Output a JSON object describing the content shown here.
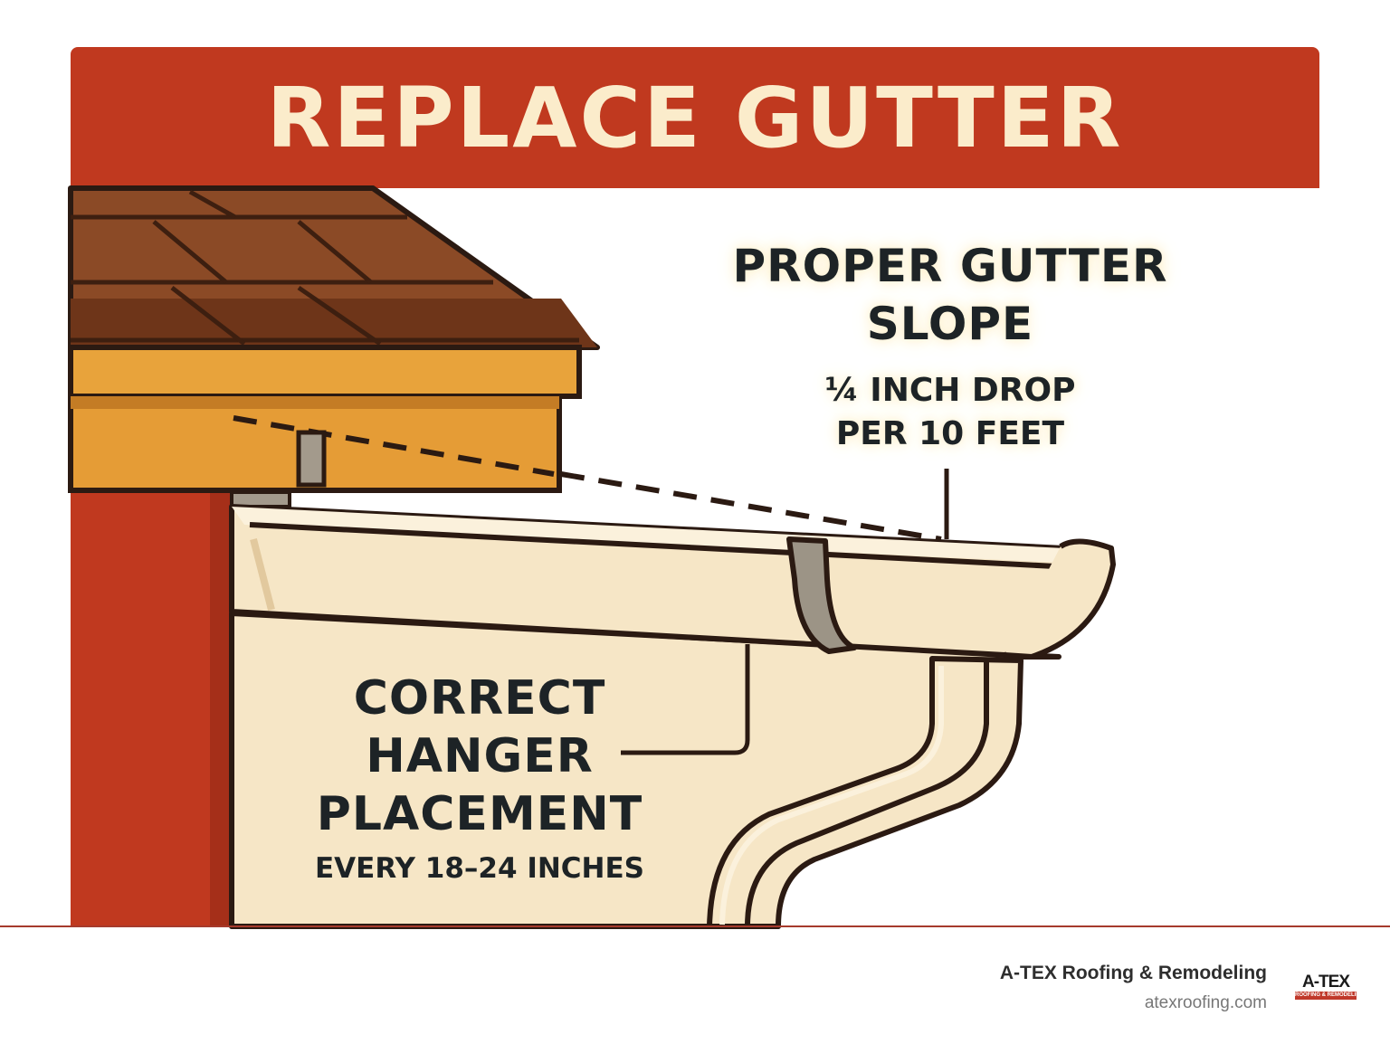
{
  "title": "REPLACE GUTTER",
  "slope_callout": {
    "heading_line1": "PROPER GUTTER",
    "heading_line2": "SLOPE",
    "detail_line1": "¼ INCH DROP",
    "detail_line2": "PER 10 FEET"
  },
  "hanger_callout": {
    "heading_line1": "CORRECT",
    "heading_line2": "HANGER",
    "heading_line3": "PLACEMENT",
    "detail": "EVERY 18–24 INCHES"
  },
  "footer": {
    "company": "A-TEX Roofing & Remodeling",
    "website": "atexroofing.com"
  },
  "logo": {
    "main": "A-TEX",
    "sub": "ROOFING & REMODELING"
  },
  "colors": {
    "banner": "#c0391f",
    "wall": "#c0391f",
    "roof": "#8a4a25",
    "fascia": "#e59c36",
    "gutter": "#f6e6c6",
    "outline": "#2b1a12"
  }
}
